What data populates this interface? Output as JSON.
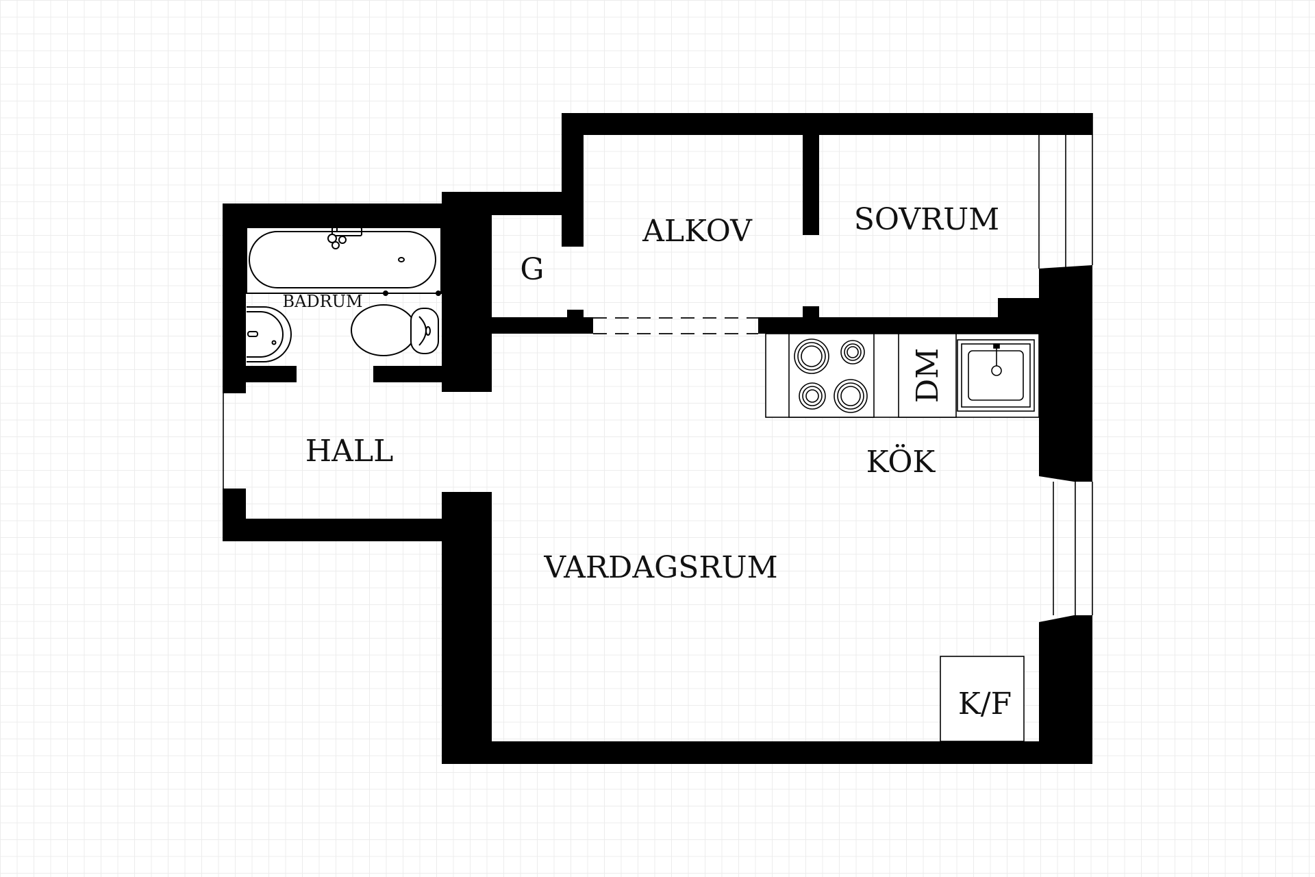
{
  "rooms": {
    "alkov": "ALKOV",
    "sovrum": "SOVRUM",
    "g": "G",
    "badrum": "BADRUM",
    "hall": "HALL",
    "kok": "KÖK",
    "dm": "DM",
    "vardagsrum": "VARDAGSRUM",
    "kf": "K/F"
  },
  "colors": {
    "wall": "#000000",
    "background": "#ffffff",
    "grid": "#ececec"
  }
}
